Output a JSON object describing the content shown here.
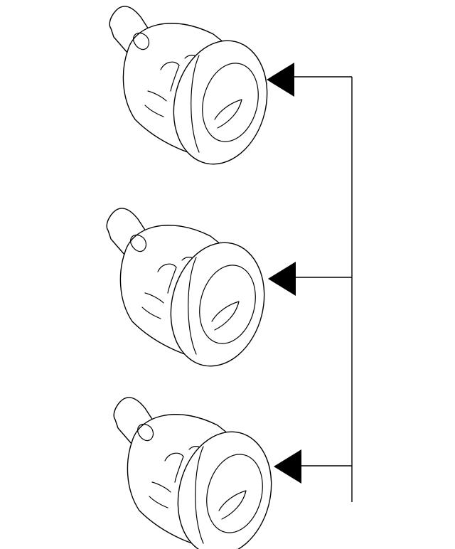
{
  "diagram": {
    "parts": [
      {
        "name": "sensor-top",
        "icon": "parking-sensor-icon"
      },
      {
        "name": "sensor-middle",
        "icon": "parking-sensor-icon"
      },
      {
        "name": "sensor-bottom",
        "icon": "parking-sensor-icon"
      }
    ],
    "callout": {
      "arrow_count": 3,
      "color": "#000000"
    }
  }
}
